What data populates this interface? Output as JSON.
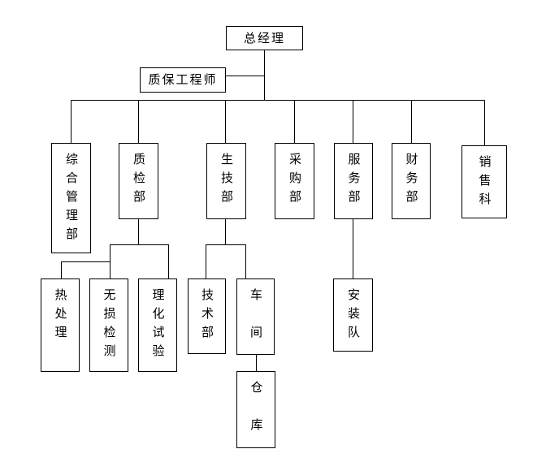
{
  "diagram": {
    "type": "org-chart",
    "background_color": "#ffffff",
    "line_color": "#000000",
    "tree": {
      "label": "总经理",
      "staff": [
        {
          "label": "质保工程师"
        }
      ],
      "children": [
        {
          "label": "综合管理部"
        },
        {
          "label": "质检部",
          "children": [
            {
              "label": "热处理"
            },
            {
              "label": "无损检测"
            },
            {
              "label": "理化试验"
            }
          ]
        },
        {
          "label": "生技部",
          "children": [
            {
              "label": "技术部"
            },
            {
              "label": "车　间",
              "children": [
                {
                  "label": "仓　库"
                }
              ]
            }
          ]
        },
        {
          "label": "采购部"
        },
        {
          "label": "服务部",
          "children": [
            {
              "label": "安装队"
            }
          ]
        },
        {
          "label": "财务部"
        },
        {
          "label": "销售科"
        }
      ]
    }
  }
}
